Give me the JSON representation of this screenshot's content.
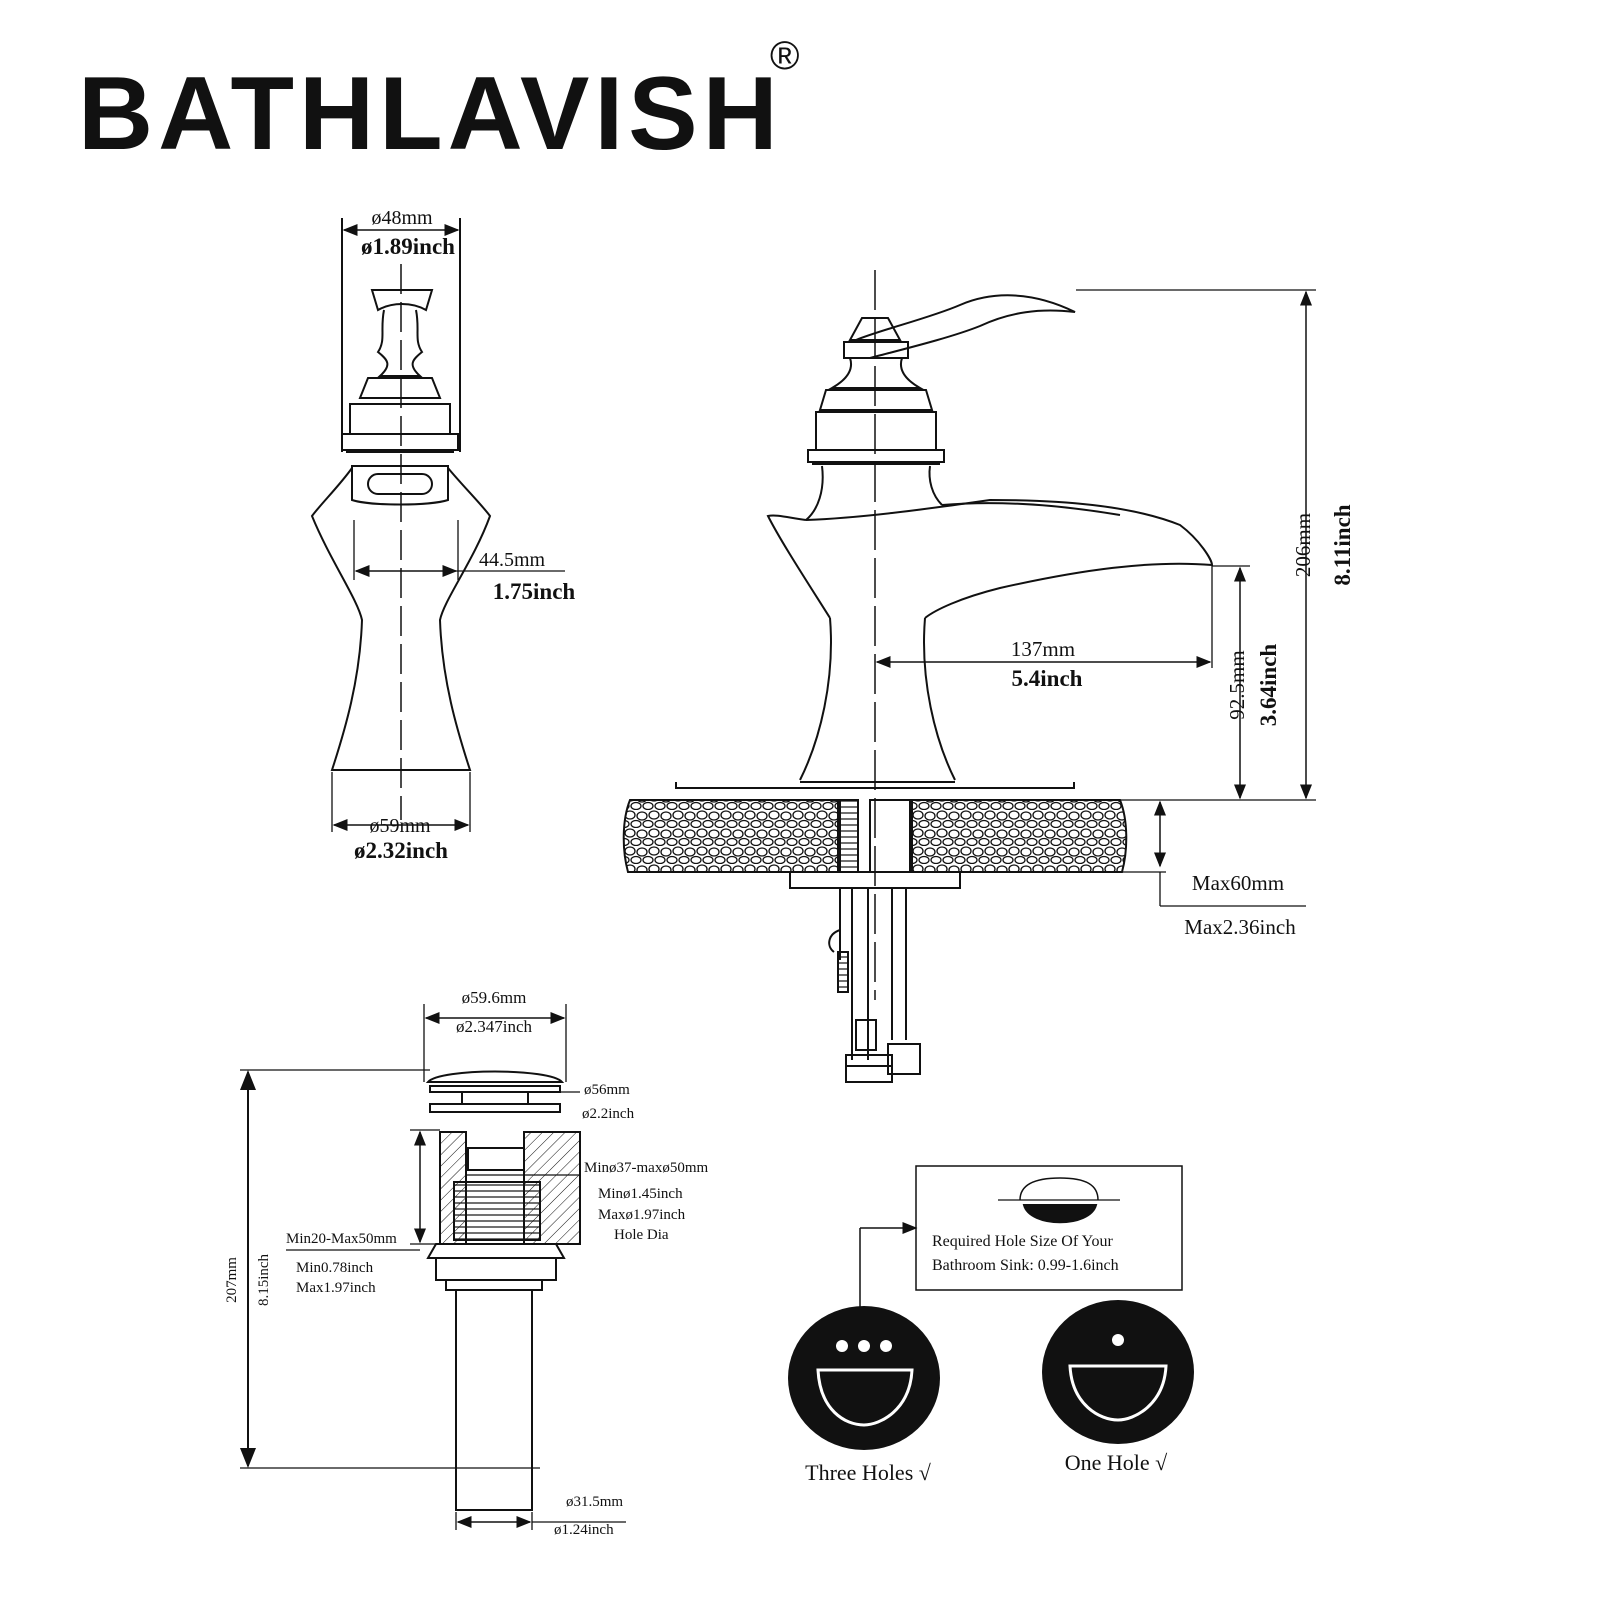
{
  "brand": {
    "name": "BATHLAVISH",
    "mark": "®"
  },
  "side_view": {
    "top_diameter_mm": "ø48mm",
    "top_diameter_in": "ø1.89inch",
    "body_width_mm": "44.5mm",
    "body_width_in": "1.75inch",
    "base_diameter_mm": "ø59mm",
    "base_diameter_in": "ø2.32inch"
  },
  "front_view": {
    "height_mm": "206mm",
    "height_in": "8.11inch",
    "reach_mm": "137mm",
    "reach_in": "5.4inch",
    "spout_height_mm": "92.5mm",
    "spout_height_in": "3.64inch",
    "deck_max_mm": "Max60mm",
    "deck_max_in": "Max2.36inch"
  },
  "drain": {
    "cap_diameter_mm": "ø59.6mm",
    "cap_diameter_in": "ø2.347inch",
    "flange_mm": "ø56mm",
    "flange_in": "ø2.2inch",
    "hole_range_mm": "Minø37-maxø50mm",
    "hole_min_in": "Minø1.45inch",
    "hole_max_in": "Maxø1.97inch",
    "hole_label": "Hole Dia",
    "thickness_mm": "Min20-Max50mm",
    "thickness_min_in": "Min0.78inch",
    "thickness_max_in": "Max1.97inch",
    "height_mm": "207mm",
    "height_in": "8.15inch",
    "tail_mm": "ø31.5mm",
    "tail_in": "ø1.24inch"
  },
  "sink_info": {
    "line1": "Required Hole Size Of Your",
    "line2": "Bathroom Sink: 0.99-1.6inch",
    "three_holes": "Three Holes √",
    "one_hole": "One Hole  √"
  }
}
